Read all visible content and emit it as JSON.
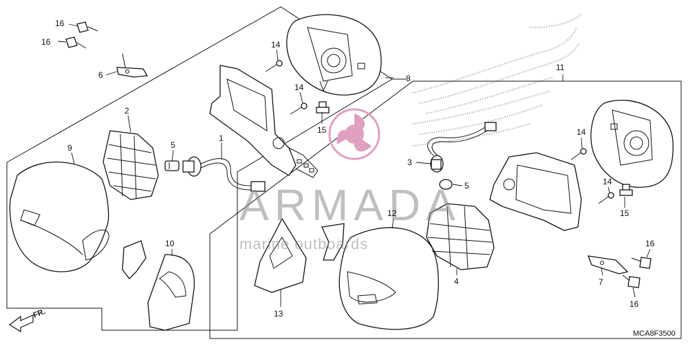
{
  "diagram": {
    "code": "MCA8F3500",
    "front_arrow_label": "FR."
  },
  "callouts": {
    "c1": "1",
    "c2": "2",
    "c3": "3",
    "c4": "4",
    "c5a": "5",
    "c5b": "5",
    "c6": "6",
    "c7": "7",
    "c8": "8",
    "c9": "9",
    "c10": "10",
    "c11": "11",
    "c12": "12",
    "c13": "13",
    "c14a": "14",
    "c14b": "14",
    "c14c": "14",
    "c14d": "14",
    "c15a": "15",
    "c15b": "15",
    "c16a": "16",
    "c16b": "16",
    "c16c": "16",
    "c16d": "16"
  },
  "watermark": {
    "brand": "ARMADA",
    "tagline": "marine outboards",
    "accent_color": "#e0a0c0",
    "text_color": "#8a8a8a"
  }
}
